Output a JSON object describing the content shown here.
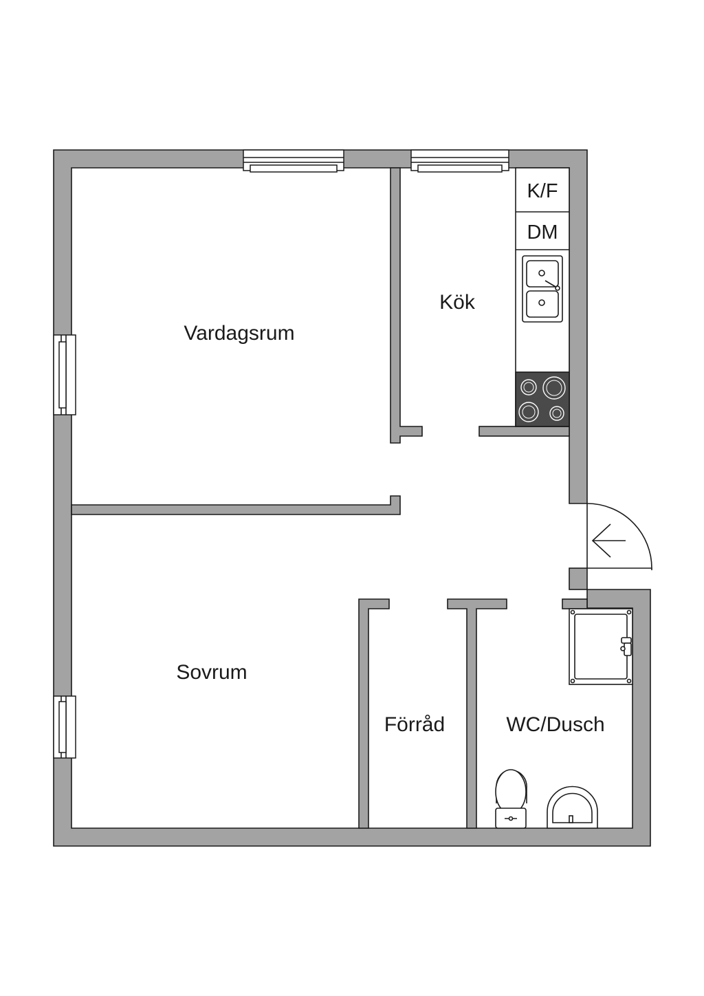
{
  "rooms": {
    "living_room": "Vardagsrum",
    "kitchen": "Kök",
    "bedroom": "Sovrum",
    "storage": "Förråd",
    "bathroom": "WC/Dusch"
  },
  "appliances": {
    "fridge_freezer": "K/F",
    "dishwasher": "DM"
  },
  "colors": {
    "wall_fill": "#a3a3a3",
    "line": "#1a1a1a",
    "stove_fill": "#4a4a4a",
    "background": "#ffffff"
  },
  "icons": {
    "entrance": "arrow-left-icon"
  }
}
